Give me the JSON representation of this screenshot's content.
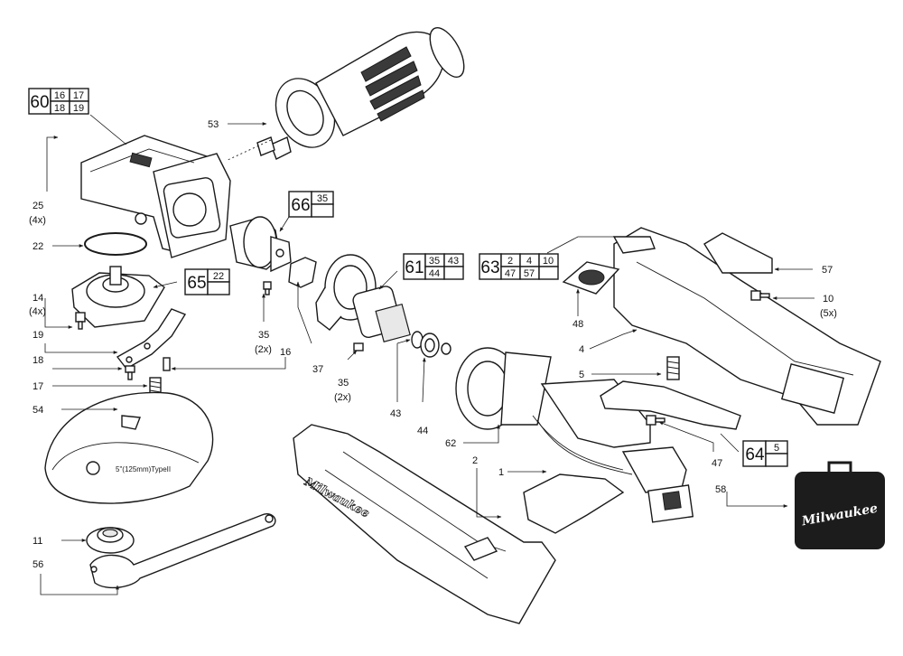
{
  "diagram": {
    "callouts": [
      {
        "id": "53",
        "text": "53"
      },
      {
        "id": "25",
        "text": "25"
      },
      {
        "id": "25q",
        "text": "(4x)"
      },
      {
        "id": "22",
        "text": "22"
      },
      {
        "id": "14",
        "text": "14"
      },
      {
        "id": "14q",
        "text": "(4x)"
      },
      {
        "id": "19",
        "text": "19"
      },
      {
        "id": "18",
        "text": "18"
      },
      {
        "id": "17",
        "text": "17"
      },
      {
        "id": "54",
        "text": "54"
      },
      {
        "id": "11",
        "text": "11"
      },
      {
        "id": "56",
        "text": "56"
      },
      {
        "id": "35a",
        "text": "35"
      },
      {
        "id": "35aq",
        "text": "(2x)"
      },
      {
        "id": "16",
        "text": "16"
      },
      {
        "id": "37",
        "text": "37"
      },
      {
        "id": "35b",
        "text": "35"
      },
      {
        "id": "35bq",
        "text": "(2x)"
      },
      {
        "id": "43",
        "text": "43"
      },
      {
        "id": "44",
        "text": "44"
      },
      {
        "id": "62",
        "text": "62"
      },
      {
        "id": "2",
        "text": "2"
      },
      {
        "id": "1",
        "text": "1"
      },
      {
        "id": "48",
        "text": "48"
      },
      {
        "id": "4",
        "text": "4"
      },
      {
        "id": "5",
        "text": "5"
      },
      {
        "id": "47",
        "text": "47"
      },
      {
        "id": "57",
        "text": "57"
      },
      {
        "id": "10",
        "text": "10"
      },
      {
        "id": "10q",
        "text": "(5x)"
      },
      {
        "id": "58",
        "text": "58"
      }
    ],
    "kit_boxes": [
      {
        "id": "60",
        "main": "60",
        "subs": [
          "16",
          "17",
          "18",
          "19"
        ]
      },
      {
        "id": "66",
        "main": "66",
        "subs": [
          "35"
        ]
      },
      {
        "id": "65",
        "main": "65",
        "subs": [
          "22"
        ]
      },
      {
        "id": "61",
        "main": "61",
        "subs": [
          "35",
          "43",
          "44"
        ]
      },
      {
        "id": "63",
        "main": "63",
        "subs": [
          "2",
          "4",
          "10",
          "47",
          "57"
        ]
      },
      {
        "id": "64",
        "main": "64",
        "subs": [
          "5"
        ]
      }
    ],
    "markings": {
      "brand_logo": "Milwaukee",
      "guard_text": "5\"(125mm)TypeII"
    }
  },
  "colors": {
    "line": "#1a1a1a",
    "case_fill": "#1c1c1c",
    "background": "#ffffff"
  }
}
